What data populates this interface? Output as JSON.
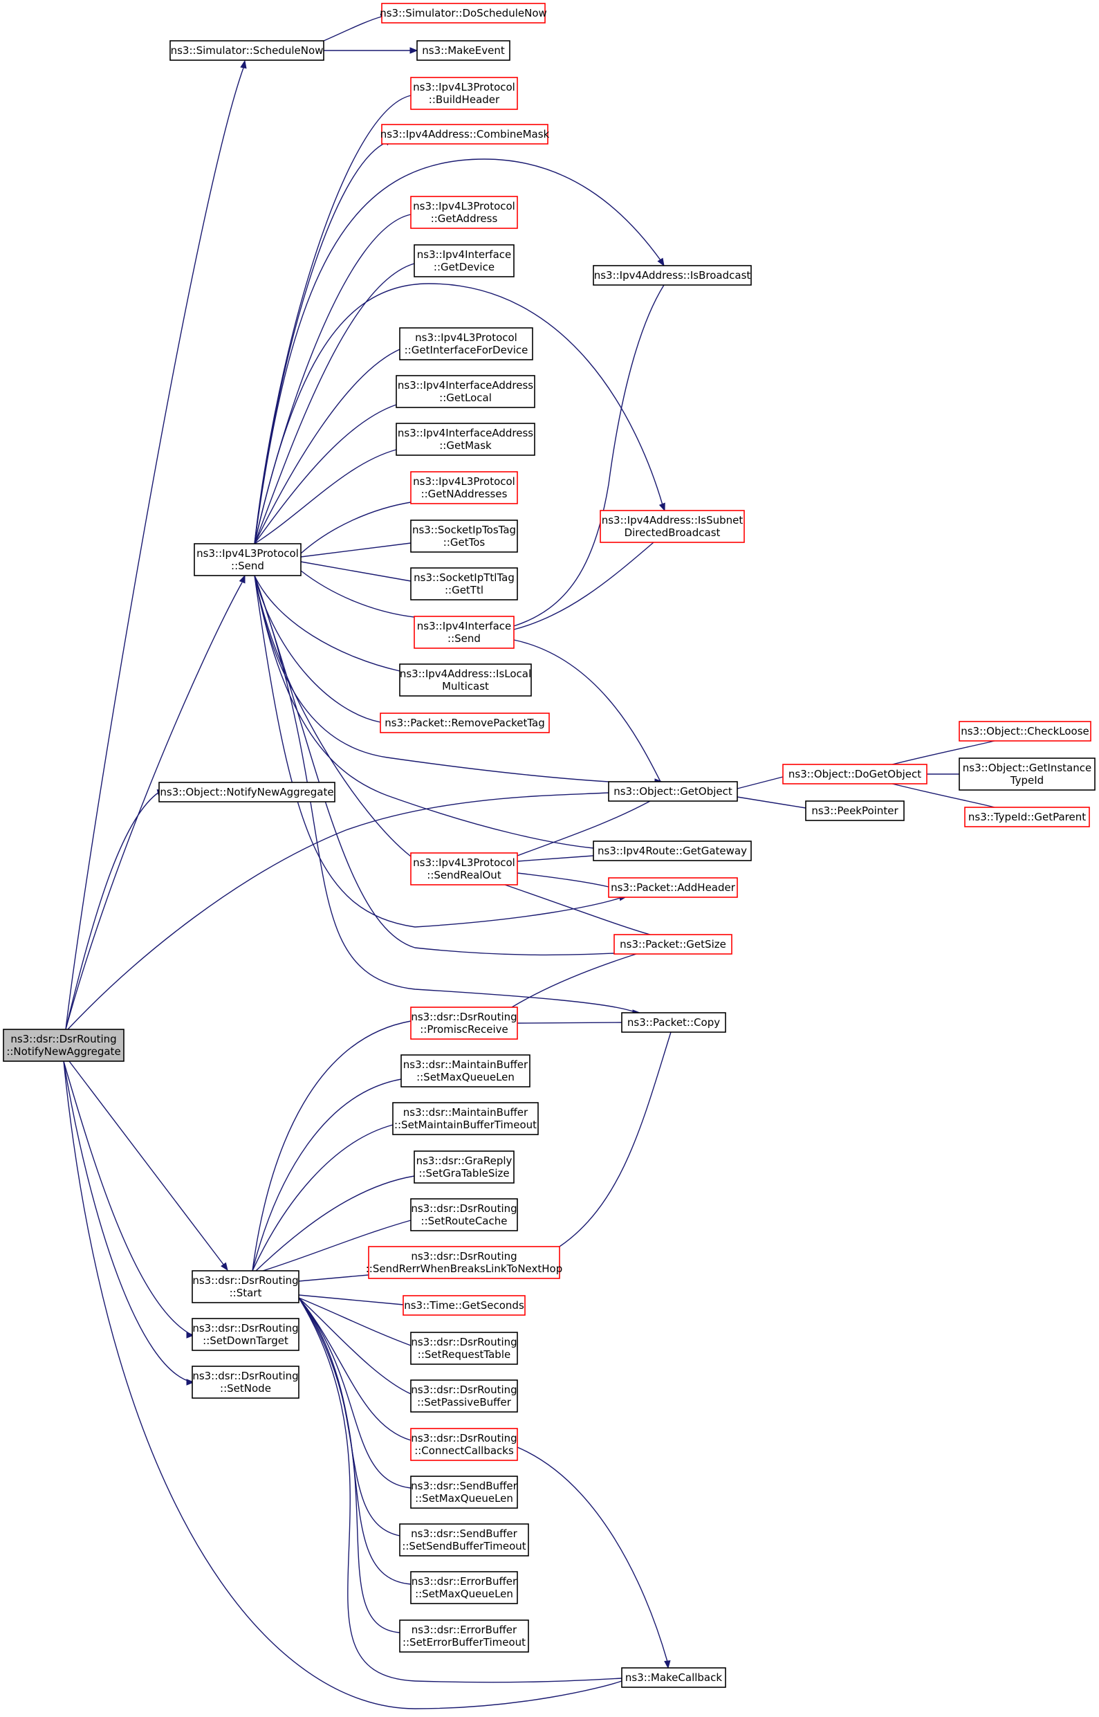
{
  "diagram": {
    "nodes": [
      {
        "id": "root",
        "lines": [
          "ns3::dsr::DsrRouting",
          "::NotifyNewAggregate"
        ],
        "style": "root"
      },
      {
        "id": "sched",
        "lines": [
          "ns3::Simulator::ScheduleNow"
        ],
        "style": "normal"
      },
      {
        "id": "dosched",
        "lines": [
          "ns3::Simulator::DoScheduleNow"
        ],
        "style": "red"
      },
      {
        "id": "makeevent",
        "lines": [
          "ns3::MakeEvent"
        ],
        "style": "normal"
      },
      {
        "id": "buildheader",
        "lines": [
          "ns3::Ipv4L3Protocol",
          "::BuildHeader"
        ],
        "style": "red"
      },
      {
        "id": "combinemask",
        "lines": [
          "ns3::Ipv4Address::CombineMask"
        ],
        "style": "red"
      },
      {
        "id": "getaddress",
        "lines": [
          "ns3::Ipv4L3Protocol",
          "::GetAddress"
        ],
        "style": "red"
      },
      {
        "id": "getdevice",
        "lines": [
          "ns3::Ipv4Interface",
          "::GetDevice"
        ],
        "style": "normal"
      },
      {
        "id": "isbroadcast",
        "lines": [
          "ns3::Ipv4Address::IsBroadcast"
        ],
        "style": "normal"
      },
      {
        "id": "getiffordev",
        "lines": [
          "ns3::Ipv4L3Protocol",
          "::GetInterfaceForDevice"
        ],
        "style": "normal"
      },
      {
        "id": "getlocal",
        "lines": [
          "ns3::Ipv4InterfaceAddress",
          "::GetLocal"
        ],
        "style": "normal"
      },
      {
        "id": "getmask",
        "lines": [
          "ns3::Ipv4InterfaceAddress",
          "::GetMask"
        ],
        "style": "normal"
      },
      {
        "id": "getnaddr",
        "lines": [
          "ns3::Ipv4L3Protocol",
          "::GetNAddresses"
        ],
        "style": "red"
      },
      {
        "id": "issubnet",
        "lines": [
          "ns3::Ipv4Address::IsSubnet",
          "DirectedBroadcast"
        ],
        "style": "red"
      },
      {
        "id": "l3send",
        "lines": [
          "ns3::Ipv4L3Protocol",
          "::Send"
        ],
        "style": "normal"
      },
      {
        "id": "gettos",
        "lines": [
          "ns3::SocketIpTosTag",
          "::GetTos"
        ],
        "style": "normal"
      },
      {
        "id": "getttl",
        "lines": [
          "ns3::SocketIpTtlTag",
          "::GetTtl"
        ],
        "style": "normal"
      },
      {
        "id": "ifsend",
        "lines": [
          "ns3::Ipv4Interface",
          "::Send"
        ],
        "style": "red"
      },
      {
        "id": "islocalmc",
        "lines": [
          "ns3::Ipv4Address::IsLocal",
          "Multicast"
        ],
        "style": "normal"
      },
      {
        "id": "removetag",
        "lines": [
          "ns3::Packet::RemovePacketTag"
        ],
        "style": "red"
      },
      {
        "id": "checkloose",
        "lines": [
          "ns3::Object::CheckLoose"
        ],
        "style": "red"
      },
      {
        "id": "notifyobj",
        "lines": [
          "ns3::Object::NotifyNewAggregate"
        ],
        "style": "normal"
      },
      {
        "id": "getobject",
        "lines": [
          "ns3::Object::GetObject"
        ],
        "style": "normal"
      },
      {
        "id": "dogetobject",
        "lines": [
          "ns3::Object::DoGetObject"
        ],
        "style": "red"
      },
      {
        "id": "getinsttype",
        "lines": [
          "ns3::Object::GetInstance",
          "TypeId"
        ],
        "style": "normal"
      },
      {
        "id": "peekpointer",
        "lines": [
          "ns3::PeekPointer"
        ],
        "style": "normal"
      },
      {
        "id": "getparent",
        "lines": [
          "ns3::TypeId::GetParent"
        ],
        "style": "red"
      },
      {
        "id": "getgateway",
        "lines": [
          "ns3::Ipv4Route::GetGateway"
        ],
        "style": "normal"
      },
      {
        "id": "sendrealout",
        "lines": [
          "ns3::Ipv4L3Protocol",
          "::SendRealOut"
        ],
        "style": "red"
      },
      {
        "id": "addheader",
        "lines": [
          "ns3::Packet::AddHeader"
        ],
        "style": "red"
      },
      {
        "id": "getsize",
        "lines": [
          "ns3::Packet::GetSize"
        ],
        "style": "red"
      },
      {
        "id": "promisc",
        "lines": [
          "ns3::dsr::DsrRouting",
          "::PromiscReceive"
        ],
        "style": "red"
      },
      {
        "id": "copy",
        "lines": [
          "ns3::Packet::Copy"
        ],
        "style": "normal"
      },
      {
        "id": "mbmaxq",
        "lines": [
          "ns3::dsr::MaintainBuffer",
          "::SetMaxQueueLen"
        ],
        "style": "normal"
      },
      {
        "id": "mbtimeout",
        "lines": [
          "ns3::dsr::MaintainBuffer",
          "::SetMaintainBufferTimeout"
        ],
        "style": "normal"
      },
      {
        "id": "gratable",
        "lines": [
          "ns3::dsr::GraReply",
          "::SetGraTableSize"
        ],
        "style": "normal"
      },
      {
        "id": "setroutecache",
        "lines": [
          "ns3::dsr::DsrRouting",
          "::SetRouteCache"
        ],
        "style": "normal"
      },
      {
        "id": "rerr",
        "lines": [
          "ns3::dsr::DsrRouting",
          "::SendRerrWhenBreaksLinkToNextHop"
        ],
        "style": "red"
      },
      {
        "id": "start",
        "lines": [
          "ns3::dsr::DsrRouting",
          "::Start"
        ],
        "style": "normal"
      },
      {
        "id": "getseconds",
        "lines": [
          "ns3::Time::GetSeconds"
        ],
        "style": "red"
      },
      {
        "id": "setdown",
        "lines": [
          "ns3::dsr::DsrRouting",
          "::SetDownTarget"
        ],
        "style": "normal"
      },
      {
        "id": "setreqtable",
        "lines": [
          "ns3::dsr::DsrRouting",
          "::SetRequestTable"
        ],
        "style": "normal"
      },
      {
        "id": "setnode",
        "lines": [
          "ns3::dsr::DsrRouting",
          "::SetNode"
        ],
        "style": "normal"
      },
      {
        "id": "setpassive",
        "lines": [
          "ns3::dsr::DsrRouting",
          "::SetPassiveBuffer"
        ],
        "style": "normal"
      },
      {
        "id": "connectcb",
        "lines": [
          "ns3::dsr::DsrRouting",
          "::ConnectCallbacks"
        ],
        "style": "red"
      },
      {
        "id": "sbmaxq",
        "lines": [
          "ns3::dsr::SendBuffer",
          "::SetMaxQueueLen"
        ],
        "style": "normal"
      },
      {
        "id": "sbtimeout",
        "lines": [
          "ns3::dsr::SendBuffer",
          "::SetSendBufferTimeout"
        ],
        "style": "normal"
      },
      {
        "id": "ebmaxq",
        "lines": [
          "ns3::dsr::ErrorBuffer",
          "::SetMaxQueueLen"
        ],
        "style": "normal"
      },
      {
        "id": "ebtimeout",
        "lines": [
          "ns3::dsr::ErrorBuffer",
          "::SetErrorBufferTimeout"
        ],
        "style": "normal"
      },
      {
        "id": "makecallback",
        "lines": [
          "ns3::MakeCallback"
        ],
        "style": "normal"
      }
    ],
    "edges": [
      [
        "root",
        "sched"
      ],
      [
        "root",
        "l3send"
      ],
      [
        "root",
        "notifyobj"
      ],
      [
        "root",
        "getobject"
      ],
      [
        "root",
        "start"
      ],
      [
        "root",
        "setdown"
      ],
      [
        "root",
        "setnode"
      ],
      [
        "root",
        "makecallback"
      ],
      [
        "sched",
        "dosched"
      ],
      [
        "sched",
        "makeevent"
      ],
      [
        "l3send",
        "buildheader"
      ],
      [
        "l3send",
        "combinemask"
      ],
      [
        "l3send",
        "isbroadcast"
      ],
      [
        "l3send",
        "getaddress"
      ],
      [
        "l3send",
        "getdevice"
      ],
      [
        "l3send",
        "issubnet"
      ],
      [
        "l3send",
        "getiffordev"
      ],
      [
        "l3send",
        "getlocal"
      ],
      [
        "l3send",
        "getmask"
      ],
      [
        "l3send",
        "getnaddr"
      ],
      [
        "l3send",
        "gettos"
      ],
      [
        "l3send",
        "getttl"
      ],
      [
        "l3send",
        "ifsend"
      ],
      [
        "l3send",
        "islocalmc"
      ],
      [
        "l3send",
        "removetag"
      ],
      [
        "l3send",
        "getobject"
      ],
      [
        "l3send",
        "getgateway"
      ],
      [
        "l3send",
        "sendrealout"
      ],
      [
        "l3send",
        "addheader"
      ],
      [
        "l3send",
        "getsize"
      ],
      [
        "l3send",
        "copy"
      ],
      [
        "ifsend",
        "isbroadcast"
      ],
      [
        "ifsend",
        "issubnet"
      ],
      [
        "ifsend",
        "getobject"
      ],
      [
        "getobject",
        "dogetobject"
      ],
      [
        "getobject",
        "peekpointer"
      ],
      [
        "dogetobject",
        "checkloose"
      ],
      [
        "dogetobject",
        "getinsttype"
      ],
      [
        "dogetobject",
        "getparent"
      ],
      [
        "sendrealout",
        "getobject"
      ],
      [
        "sendrealout",
        "getgateway"
      ],
      [
        "sendrealout",
        "addheader"
      ],
      [
        "sendrealout",
        "getsize"
      ],
      [
        "promisc",
        "getsize"
      ],
      [
        "promisc",
        "copy"
      ],
      [
        "rerr",
        "copy"
      ],
      [
        "start",
        "promisc"
      ],
      [
        "start",
        "mbmaxq"
      ],
      [
        "start",
        "mbtimeout"
      ],
      [
        "start",
        "gratable"
      ],
      [
        "start",
        "setroutecache"
      ],
      [
        "start",
        "rerr"
      ],
      [
        "start",
        "getseconds"
      ],
      [
        "start",
        "setreqtable"
      ],
      [
        "start",
        "setpassive"
      ],
      [
        "start",
        "connectcb"
      ],
      [
        "start",
        "sbmaxq"
      ],
      [
        "start",
        "sbtimeout"
      ],
      [
        "start",
        "ebmaxq"
      ],
      [
        "start",
        "ebtimeout"
      ],
      [
        "start",
        "makecallback"
      ],
      [
        "connectcb",
        "makecallback"
      ]
    ],
    "colors": {
      "edge": "#191970",
      "normal_border": "#000000",
      "red_border": "#ff0000",
      "root_fill": "#bfbfbf",
      "node_fill": "#ffffff"
    }
  }
}
